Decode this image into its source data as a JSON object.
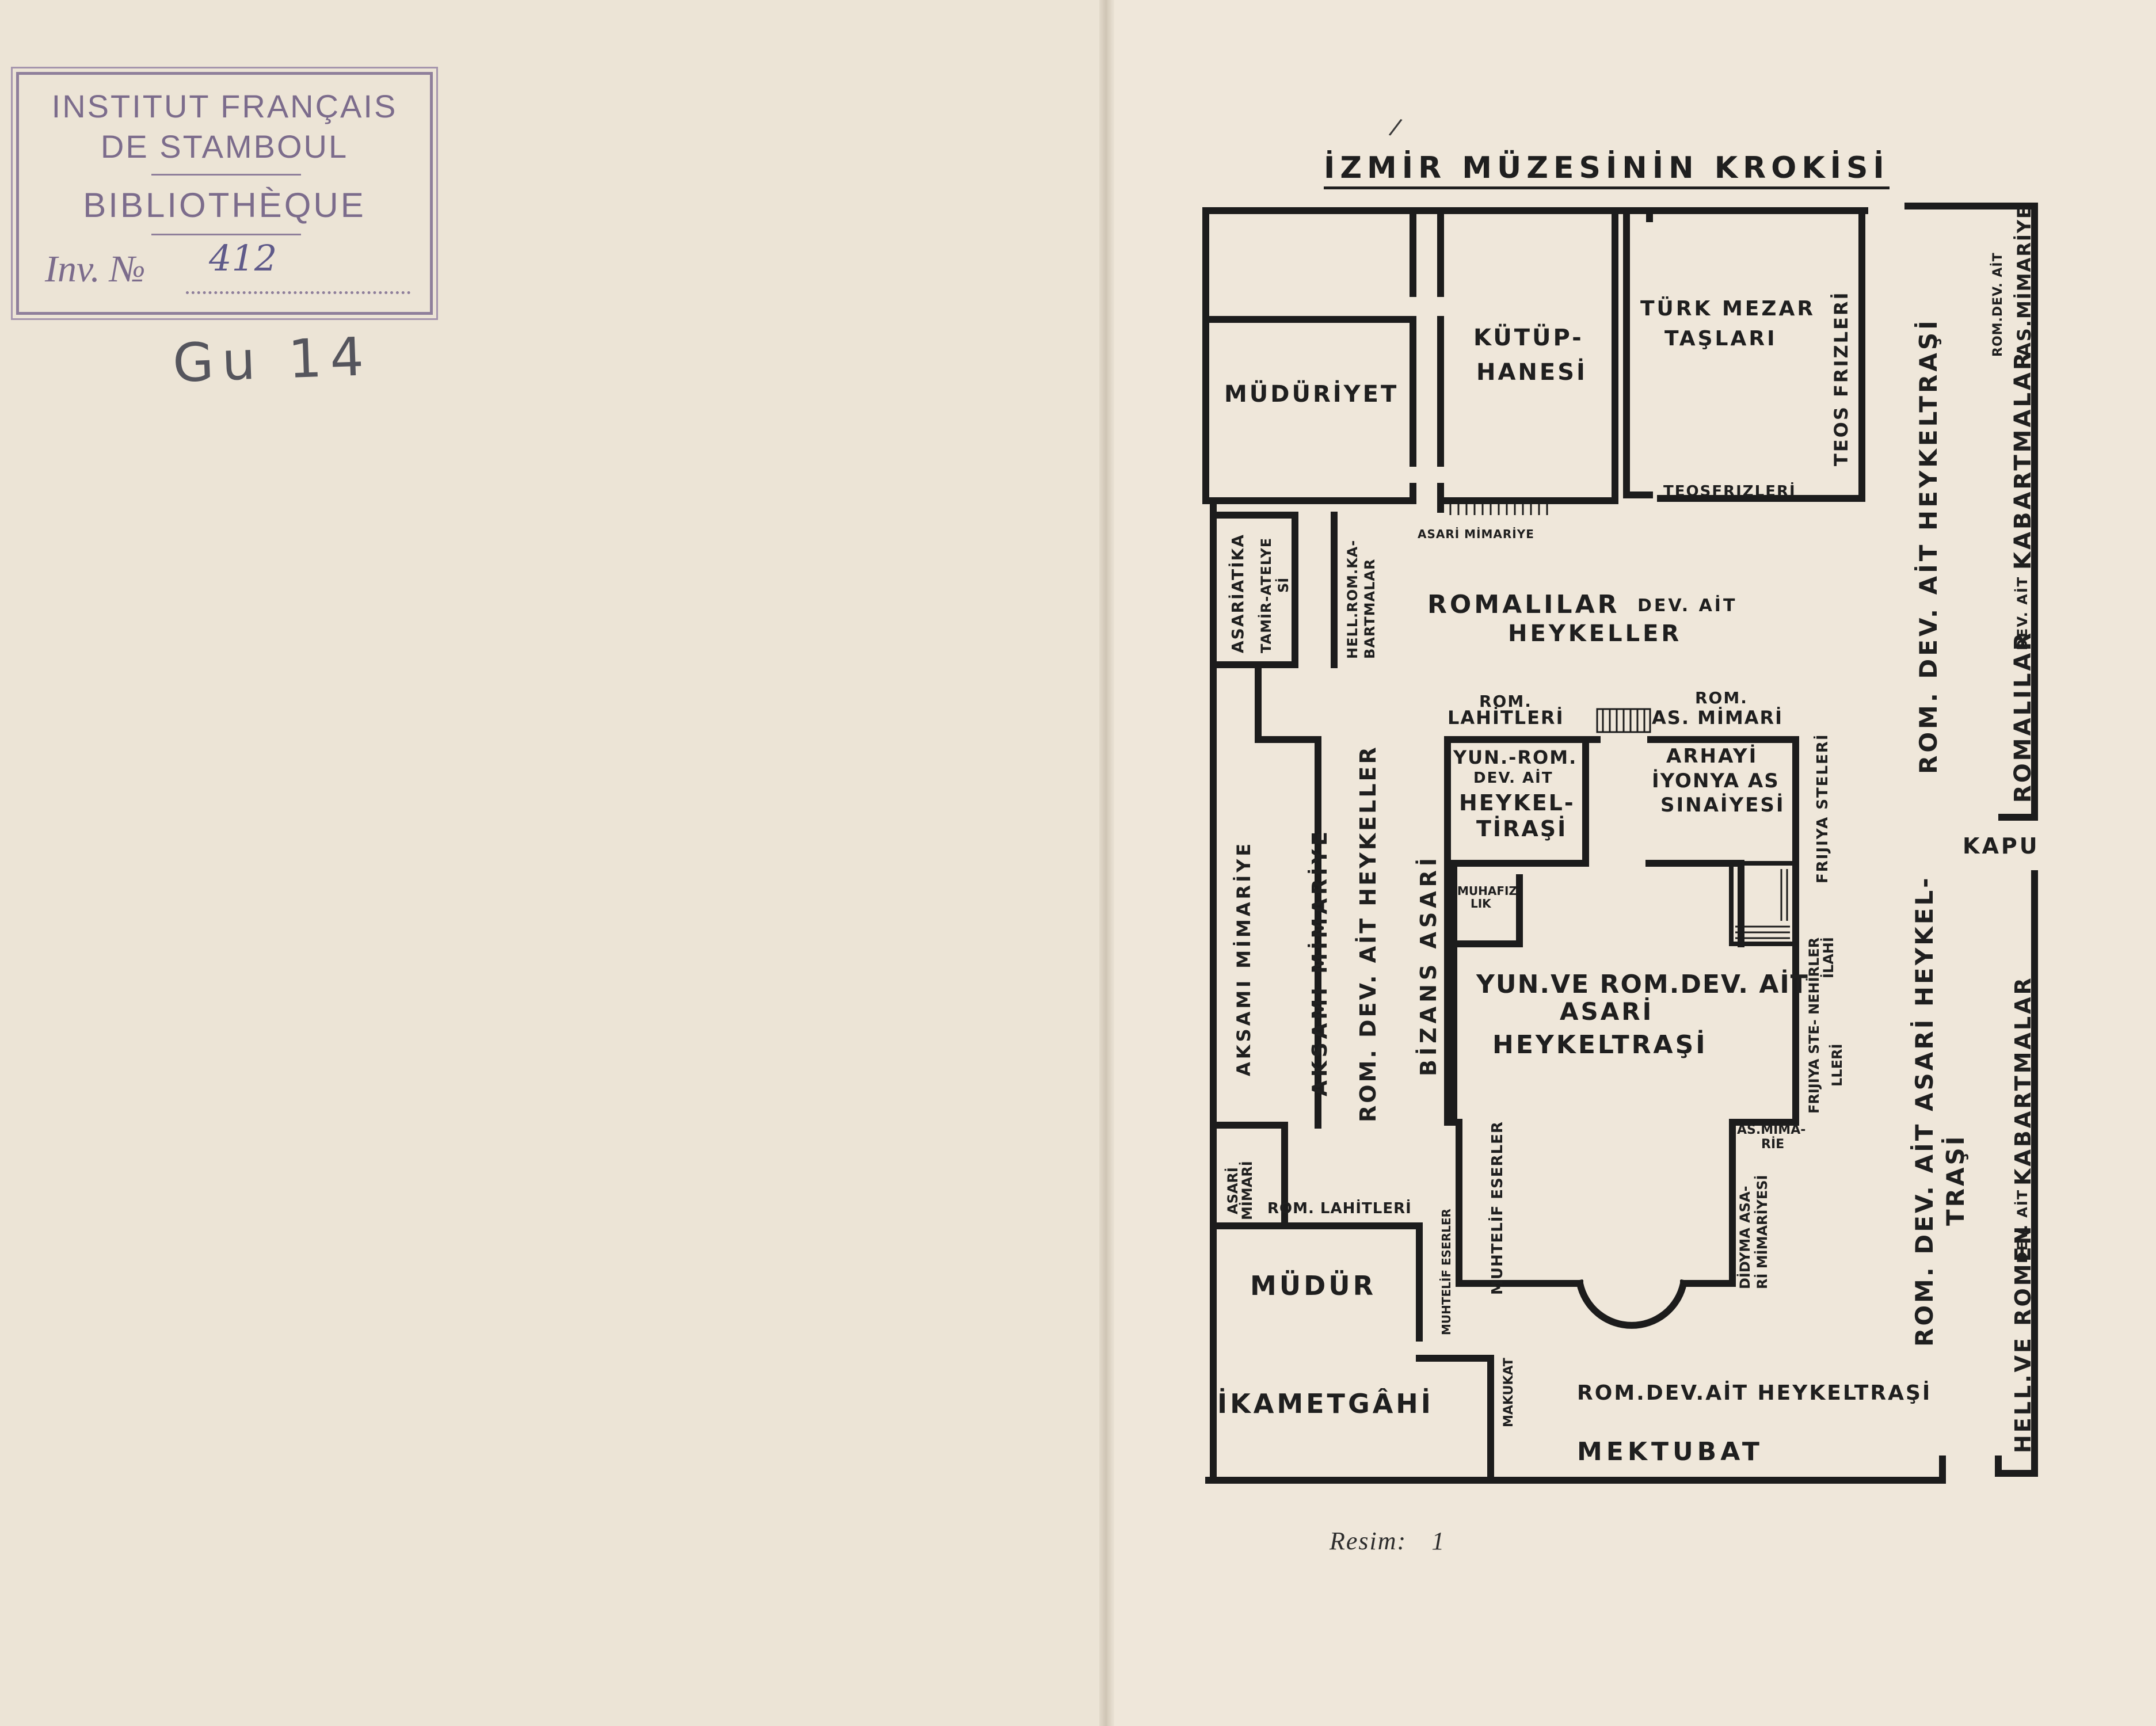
{
  "stamp": {
    "line1": "INSTITUT FRANÇAIS",
    "line2": "DE STAMBOUL",
    "line3": "BIBLIOTHÈQUE",
    "inv_label": "Inv. №",
    "inv_number": "412"
  },
  "handwritten_note": "Gu 14",
  "map": {
    "title": "İZMİR MÜZESİNİN KROKİSİ",
    "rooms": {
      "mudurriyet": "MÜDÜRİYET",
      "kutuphanesi_1": "KÜTÜP-",
      "kutuphanesi_2": "HANESİ",
      "turk_mezar_1": "TÜRK MEZAR",
      "turk_mezar_2": "TAŞLARI",
      "teos_frizleri_v": "TEOS FRIZLERİ",
      "teos_frizleri_h": "TEOSFRIZLERİ",
      "asari_mimariye": "ASARİ MİMARİYE",
      "asariatika": "ASARİATİKA",
      "tamir_atelye_1": "TAMİR-ATELYE",
      "tamir_atelye_2": "Sİ",
      "hell_rom_1": "HELL.ROM.KA-",
      "hell_rom_2": "BARTMALAR",
      "romalilar_1": "ROMALILAR",
      "romalilar_dev": "DEV. AİT",
      "romalilar_2": "HEYKELLER",
      "rom_lahitleri_1": "ROM.",
      "rom_lahitleri_2": "LAHİTLERİ",
      "rom_as_mimari_1": "ROM.",
      "rom_as_mimari_2": "AS. MİMARİ",
      "yun_rom_1": "YUN.-ROM.",
      "yun_rom_2": "DEV. AİT",
      "yun_rom_3": "HEYKEL-",
      "yun_rom_4": "TİRAŞİ",
      "arhayi_1": "ARHAYİ",
      "arhayi_2": "İYONYA AS",
      "arhayi_3": "SINAİYESİ",
      "frijiya_steleri": "FRIJIYA STELERİ",
      "muhafizlik_1": "MUHAFIZ",
      "muhafizlik_2": "LIK",
      "center_1": "YUN.VE ROM.DEV. AİT",
      "center_2": "ASARİ",
      "center_3": "HEYKELTRAŞİ",
      "frijiya_nehirler_1": "FRIJIYA STE- NEHİRLER",
      "frijiya_nehirler_2": "İLAHİ",
      "frijiya_nehirler_3": "LLERİ",
      "as_mimariye_1": "AS.MİMA-",
      "as_mimariye_2": "RİE",
      "didyma_1": "DİDYMA ASA-",
      "didyma_2": "Rİ MİMARİYESİ",
      "aksami_1": "AKSAMI MİMARİYE",
      "aksami_2": "AKSAMI MİMARİYE",
      "rom_dev_heykeller": "ROM. DEV. AİT HEYKELLER",
      "bizans_asari": "BİZANS ASARİ",
      "asari_mimari_1": "ASARİ",
      "asari_mimari_2": "MİMARİ",
      "rom_lahitleri_left": "ROM. LAHİTLERİ",
      "muhtelif_eserler_1": "MUHTELİF ESERLER",
      "muhtelif_eserler_2": "MUHTELİF ESERLER",
      "mudur": "MÜDÜR",
      "ikametgahi": "İKAMETGÂHİ",
      "makukat": "MAKUKAT",
      "rom_dev_heykeltrasi_bottom": "ROM.DEV.AİT HEYKELTRAŞİ",
      "mektubat": "MEKTUBAT",
      "rom_dev_heykeltrasi_right": "ROM. DEV. AİT HEYKELTRAŞİ",
      "rom_dev_asari_1": "ROM. DEV. AİT ASARİ HEYKEL-",
      "rom_dev_asari_2": "TRAŞİ",
      "romalilar_kab_1": "ROMALILAR",
      "romalilar_kab_dev": "DEV. AİT",
      "romalilar_kab_2": "KABARTMALAR",
      "rom_dev_ait_small": "ROM.DEV. AİT",
      "as_mimariye_right": "AS.MİMARİYE",
      "kapu": "KAPU",
      "hell_romen_1": "HELL.VE ROMEN",
      "hell_romen_dev": "DEV. AİT",
      "hell_romen_2": "KABARTMALAR"
    }
  },
  "caption": {
    "label": "Resim:",
    "number": "1"
  }
}
